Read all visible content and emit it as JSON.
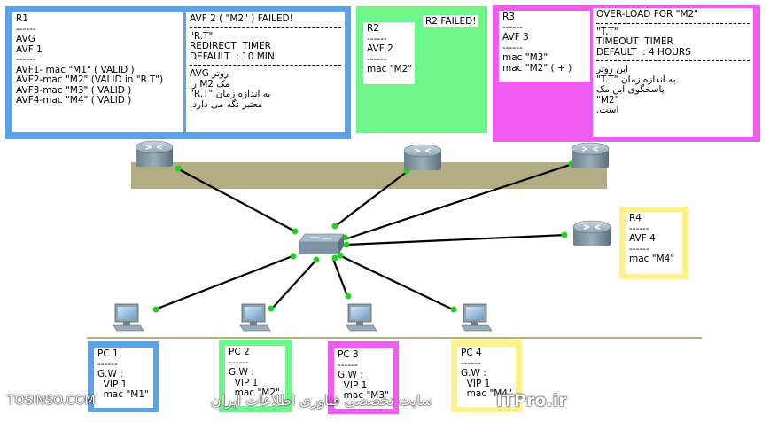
{
  "colors": {
    "blue": "#5ba3e8",
    "green": "#6ef58a",
    "magenta": "#ef5df0",
    "yellow": "#fcf28c",
    "bus": "#b3ad84",
    "link": "#000000",
    "port": "#20d020"
  },
  "r1": {
    "title": "R1",
    "sep1": "------",
    "line1": "AVG",
    "line2": "AVF 1",
    "sep2": "------",
    "line3": "AVF1- mac \"M1\" ( VALID )",
    "line4": "AVF2-mac \"M2\" (VALID in \"R.T\")",
    "line5": "AVF3-mac \"M3\" ( VALID )",
    "line6": "AVF4-mac \"M4\" ( VALID )"
  },
  "avf2_note": {
    "title": "AVF 2 ( \"M2\" ) FAILED!",
    "line1": "\"R.T\"",
    "line2": "REDIRECT  TIMER",
    "line3": "DEFAULT  : 10 MIN",
    "line4": "AVG روتر",
    "line5": "مک M2 را",
    "line6": "\"R.T\" به اندازه زمان",
    "line7": "معتبر نگه می دارد."
  },
  "r2": {
    "title": "R2",
    "sep1": "------",
    "line1": "AVF 2",
    "sep2": "------",
    "line2": "mac \"M2\"",
    "failed": "R2 FAILED!"
  },
  "r3": {
    "title": "R3",
    "sep1": "------",
    "line1": "AVF 3",
    "sep2": "------",
    "line2": "mac \"M3\"",
    "line3": "mac \"M2\" ( + )"
  },
  "overload_note": {
    "title": "OVER-LOAD FOR \"M2\"",
    "line1": "\"T.T\"",
    "line2": "TIMEOUT  TIMER",
    "line3": "DEFAULT  : 4 HOURS",
    "line4": "این روتر",
    "line5": "\"T.T\" به اندازه زمان",
    "line6": "پاسخگوی این مک",
    "line7": "\"M2\"",
    "line8": "است."
  },
  "r4": {
    "title": "R4",
    "sep1": "------",
    "line1": "AVF 4",
    "sep2": "------",
    "line2": "mac \"M4\""
  },
  "pcs": [
    {
      "title": "PC 1",
      "sep": "------",
      "gw": "G.W :",
      "vip": "  VIP 1",
      "mac": "  mac \"M1\""
    },
    {
      "title": "PC 2",
      "sep": "------",
      "gw": "G.W :",
      "vip": "  VIP 1",
      "mac": "  mac \"M2\""
    },
    {
      "title": "PC 3",
      "sep": "------",
      "gw": "G.W :",
      "vip": "  VIP 1",
      "mac": "  mac \"M3\""
    },
    {
      "title": "PC 4",
      "sep": "------",
      "gw": "G.W :",
      "vip": "  VIP 1",
      "mac": "  mac \"M4\""
    }
  ],
  "watermark": {
    "left": "TOSINSO.COM",
    "middle": "سایت تخصصی فناوری اطلاعات ایران",
    "right": "ITPro.ir"
  }
}
